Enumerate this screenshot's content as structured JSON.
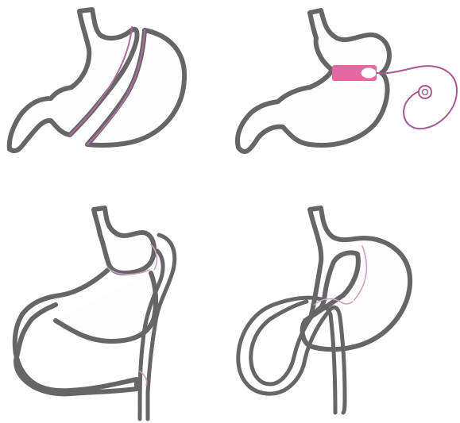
{
  "colors": {
    "organ_outline": "#666666",
    "organ_fill": "#fdfdfd",
    "staple_line": "#b06c9e",
    "staple_line_light": "#caa0c0",
    "gastric_band": "#e26aa0",
    "band_tubing": "#a8588e",
    "background": "#ffffff"
  },
  "panels": [
    {
      "figure": "sleeve-gastrectomy"
    },
    {
      "figure": "adjustable-gastric-band"
    },
    {
      "figure": "roux-en-y-gastric-bypass"
    },
    {
      "figure": "duodenal-switch"
    }
  ]
}
